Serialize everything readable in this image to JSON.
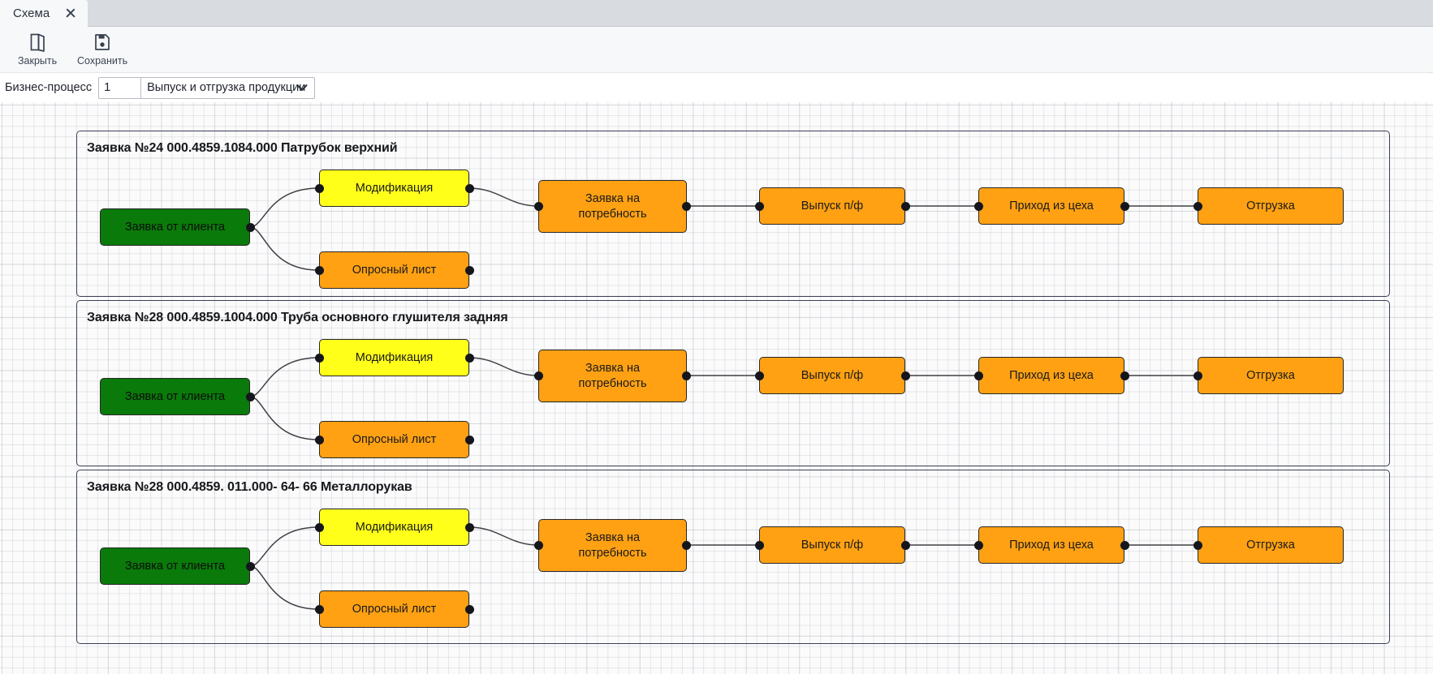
{
  "window": {
    "tab": {
      "label": "Схема",
      "close_icon": "close-icon"
    }
  },
  "toolbar": {
    "buttons": [
      {
        "id": "close",
        "label": "Закрыть",
        "icon": "door-exit-icon"
      },
      {
        "id": "save",
        "label": "Сохранить",
        "icon": "floppy-save-icon"
      }
    ],
    "corner_icon": "info-circle-icon"
  },
  "params": {
    "label": "Бизнес-процесс",
    "number_value": "1",
    "number_placeholder": "",
    "combo_value": "Выпуск и отгрузка продукции",
    "combo_arrow_icon": "chevron-down-icon"
  },
  "diagram": {
    "node_colors": {
      "green": "#0a7a0a",
      "yellow": "#ffff1a",
      "orange": "#ffa113",
      "border": "#262626",
      "port": "#15161c",
      "group_border": "#3b3f55",
      "link": "#3f3f45"
    },
    "groups": [
      {
        "title": "Заявка №24 000.4859.1084.000 Патрубок верхний",
        "nodes": {
          "client": "Заявка от клиента",
          "modification": "Модификация",
          "survey": "Опросный лист",
          "demand": "Заявка на\nпотребность",
          "release": "Выпуск п/ф",
          "arrival": "Приход из цеха",
          "shipment": "Отгрузка"
        }
      },
      {
        "title": "Заявка №28 000.4859.1004.000 Труба основного глушителя задняя",
        "nodes": {
          "client": "Заявка от клиента",
          "modification": "Модификация",
          "survey": "Опросный лист",
          "demand": "Заявка на\nпотребность",
          "release": "Выпуск п/ф",
          "arrival": "Приход из цеха",
          "shipment": "Отгрузка"
        }
      },
      {
        "title": "Заявка №28 000.4859. 011.000- 64- 66 Металлорукав",
        "nodes": {
          "client": "Заявка от клиента",
          "modification": "Модификация",
          "survey": "Опросный лист",
          "demand": "Заявка на\nпотребность",
          "release": "Выпуск п/ф",
          "arrival": "Приход из цеха",
          "shipment": "Отгрузка"
        }
      }
    ]
  }
}
